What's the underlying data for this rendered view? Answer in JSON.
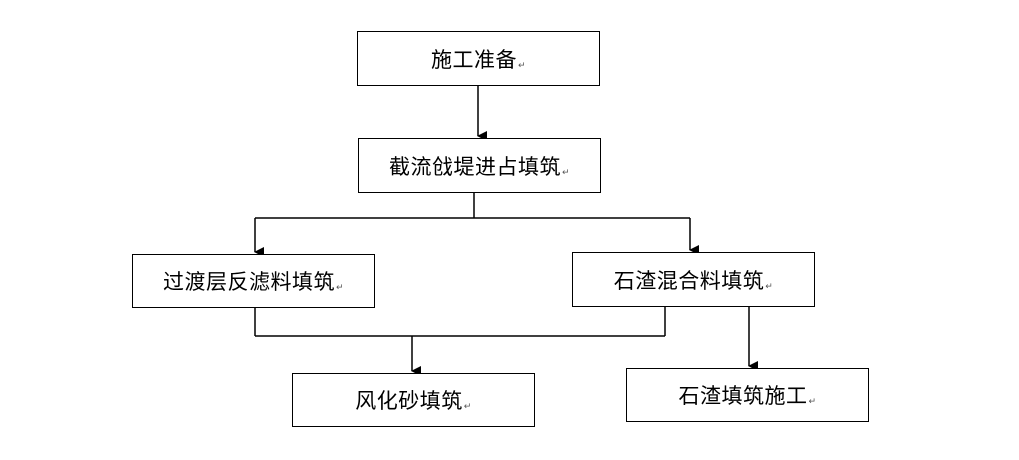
{
  "diagram": {
    "type": "flowchart",
    "line_color": "#000000",
    "paragraph_mark": "↵",
    "nodes": [
      {
        "id": "prep",
        "label": "施工准备"
      },
      {
        "id": "closure",
        "label": "截流戗堤进占填筑"
      },
      {
        "id": "transition",
        "label": "过渡层反滤料填筑"
      },
      {
        "id": "mixed",
        "label": "石渣混合料填筑"
      },
      {
        "id": "sand",
        "label": "风化砂填筑"
      },
      {
        "id": "ballast",
        "label": "石渣填筑施工"
      }
    ],
    "edges": [
      {
        "from": "prep",
        "to": "closure"
      },
      {
        "from": "closure",
        "to": "transition"
      },
      {
        "from": "closure",
        "to": "mixed"
      },
      {
        "from": "transition",
        "to": "sand"
      },
      {
        "from": "mixed",
        "to": "sand"
      },
      {
        "from": "mixed",
        "to": "ballast"
      }
    ]
  }
}
